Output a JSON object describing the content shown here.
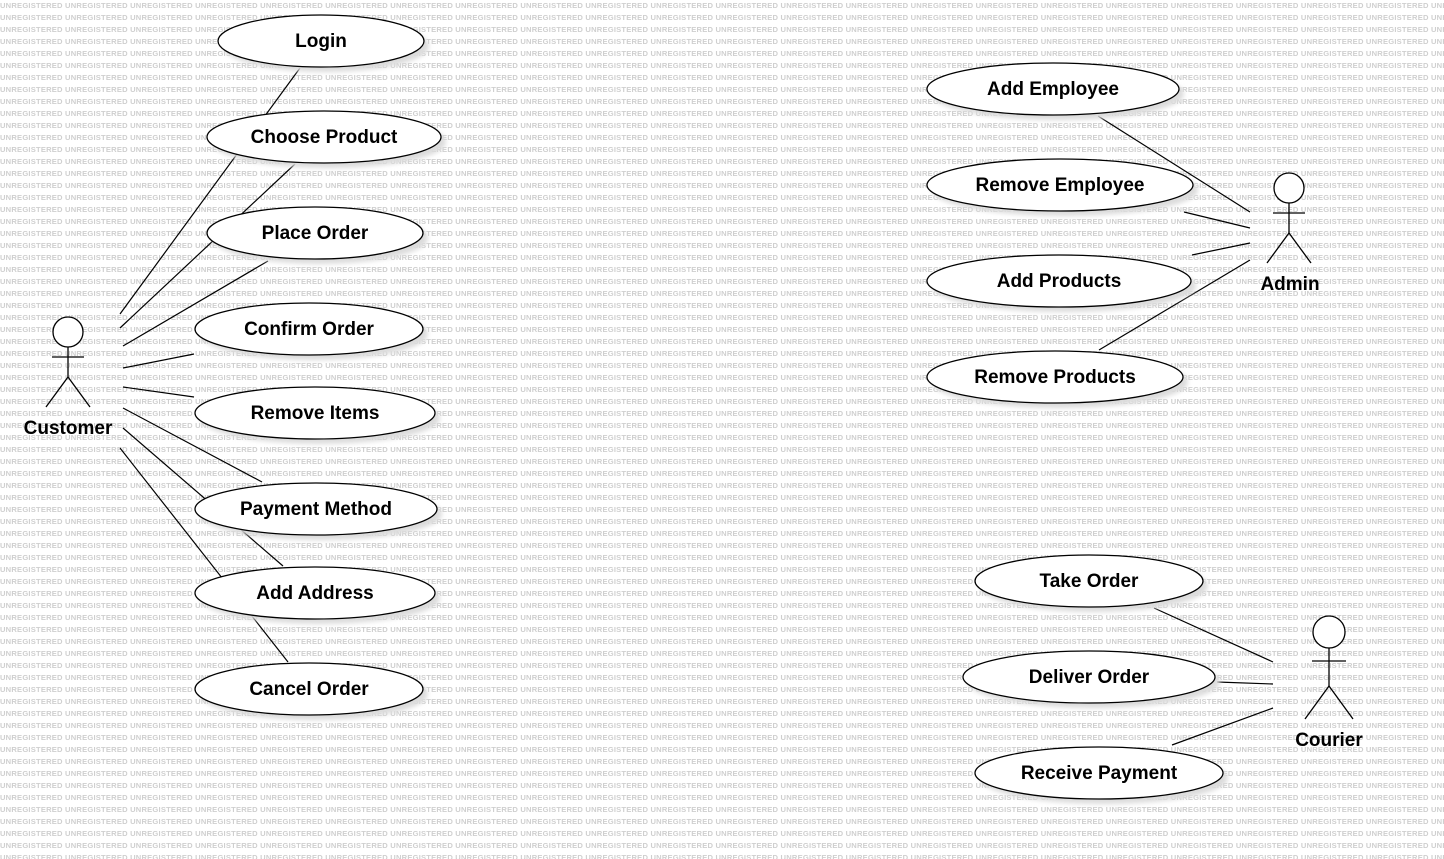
{
  "watermark": "UNREGISTERED",
  "colors": {
    "background": "#ffffff",
    "watermark": "#cfcfcf",
    "stroke": "#000000",
    "shadow": "#dcdcdc"
  },
  "actors": {
    "customer": {
      "label": "Customer"
    },
    "admin": {
      "label": "Admin"
    },
    "courier": {
      "label": "Courier"
    }
  },
  "use_cases": {
    "customer": [
      {
        "label": "Login"
      },
      {
        "label": "Choose Product"
      },
      {
        "label": "Place Order"
      },
      {
        "label": "Confirm Order"
      },
      {
        "label": "Remove Items"
      },
      {
        "label": "Payment Method"
      },
      {
        "label": "Add Address"
      },
      {
        "label": "Cancel Order"
      }
    ],
    "admin": [
      {
        "label": "Add Employee"
      },
      {
        "label": "Remove Employee"
      },
      {
        "label": "Add Products"
      },
      {
        "label": "Remove Products"
      }
    ],
    "courier": [
      {
        "label": "Take Order"
      },
      {
        "label": "Deliver Order"
      },
      {
        "label": "Receive Payment"
      }
    ]
  }
}
